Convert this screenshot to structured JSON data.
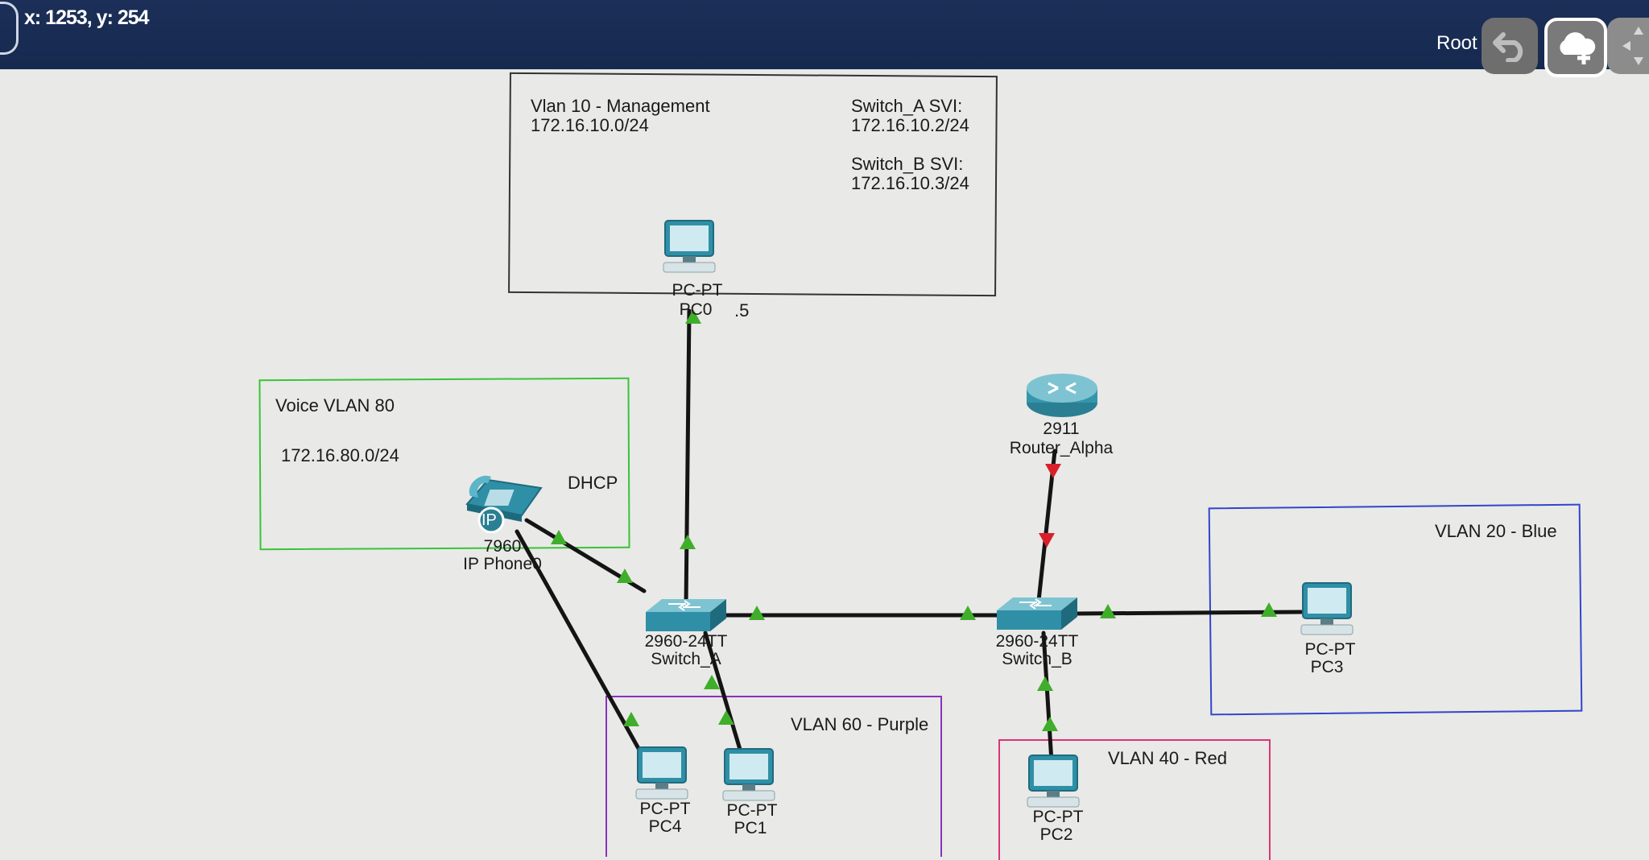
{
  "topbar": {
    "coords": "x: 1253, y: 254",
    "root_label": "Root",
    "buttons": [
      "undo-icon",
      "cloud-add-icon",
      "pan-arrows-icon"
    ]
  },
  "zones": {
    "vlan10": {
      "title": "Vlan 10 - Management",
      "subnet": "172.16.10.0/24",
      "svi_a": "Switch_A SVI:\n172.16.10.2/24",
      "svi_b": "Switch_B SVI:\n172.16.10.3/24"
    },
    "voice": {
      "title": "Voice VLAN 80",
      "subnet": "172.16.80.0/24",
      "dhcp": "DHCP"
    },
    "vlan20": {
      "title": "VLAN 20 - Blue"
    },
    "vlan60": {
      "title": "VLAN 60 - Purple"
    },
    "vlan40": {
      "title": "VLAN 40 - Red"
    }
  },
  "devices": {
    "pc0": {
      "model": "PC-PT",
      "name": "PC0",
      "note": ".5"
    },
    "phone": {
      "model": "7960",
      "name": "IP Phone0",
      "badge": "IP"
    },
    "router": {
      "model": "2911",
      "name": "Router_Alpha"
    },
    "switch_a": {
      "model": "2960-24TT",
      "name": "Switch_A"
    },
    "switch_b": {
      "model": "2960-24TT",
      "name": "Switch_B"
    },
    "pc1": {
      "model": "PC-PT",
      "name": "PC1"
    },
    "pc2": {
      "model": "PC-PT",
      "name": "PC2"
    },
    "pc3": {
      "model": "PC-PT",
      "name": "PC3"
    },
    "pc4": {
      "model": "PC-PT",
      "name": "PC4"
    }
  },
  "colors": {
    "link": "#141414",
    "link_up": "#3fae2a",
    "link_down": "#d9202a",
    "vlan10_border": "#333333",
    "voice_border": "#38c438",
    "vlan20_border": "#3344cc",
    "vlan60_border": "#8833bb",
    "vlan40_border": "#dd3377"
  }
}
